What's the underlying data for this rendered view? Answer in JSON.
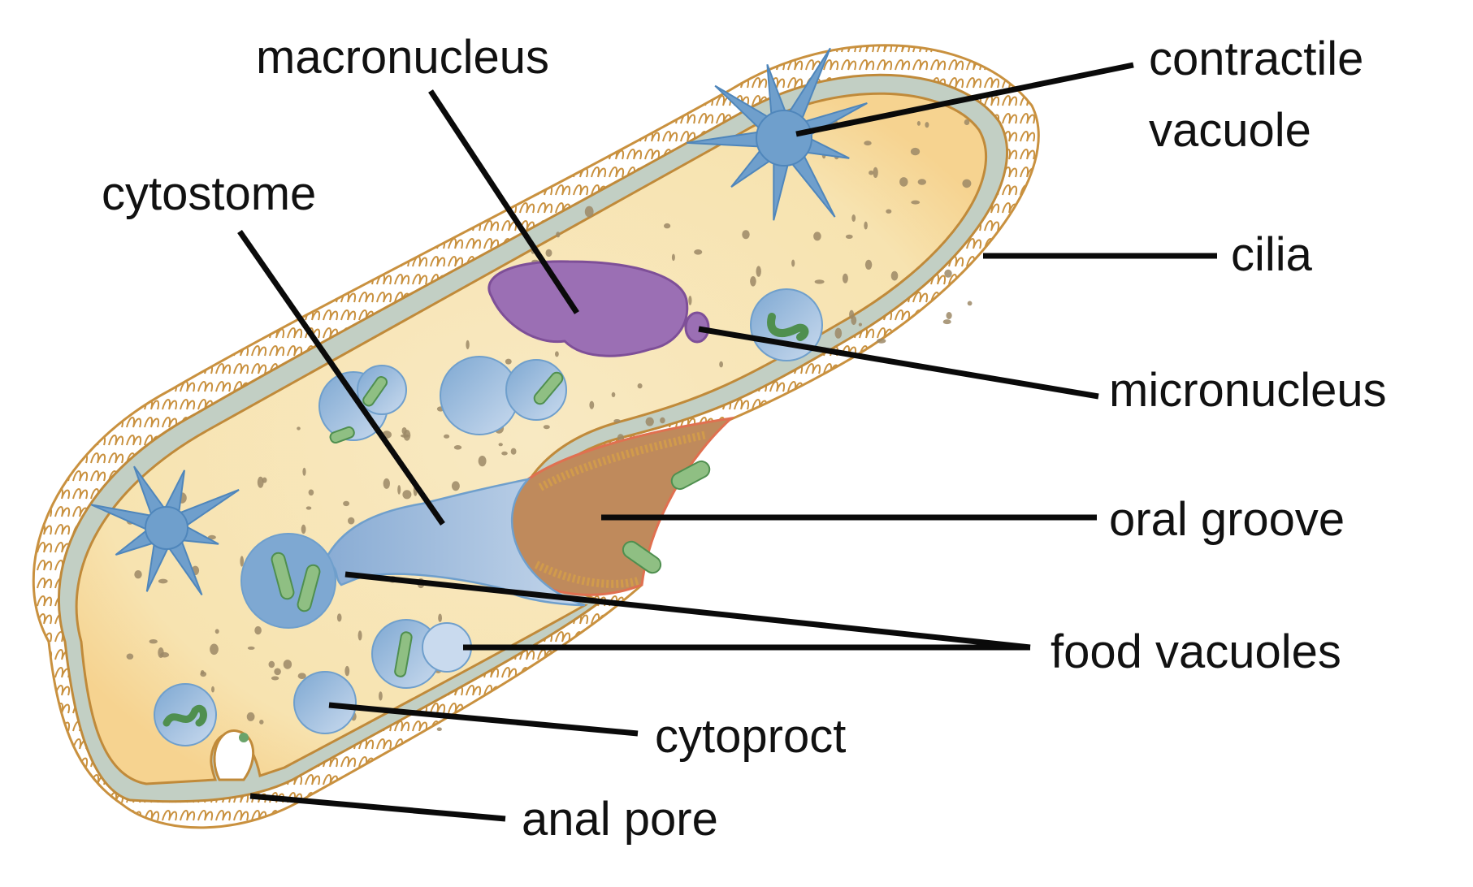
{
  "title": "Paramecium structure",
  "colors": {
    "cytoplasm": "#f8e6b8",
    "cytoplasm_edge": "#f5d79a",
    "pellicle": "#c2cfc4",
    "membrane": "#c08a3a",
    "cilia": "#c9913f",
    "vacuole_blue": "#6f9fcc",
    "vacuole_blue_light": "#b9cfe6",
    "nucleus_purple": "#9b6fb4",
    "oral_groove_brown": "#bf8a5c",
    "oral_groove_edge": "#e07050",
    "food_green": "#8fbf83",
    "granule": "#9c8866",
    "text": "#111111"
  },
  "labels": {
    "macronucleus": "macronucleus",
    "contractile_vacuole_line1": "contractile",
    "contractile_vacuole_line2": "vacuole",
    "cytostome": "cytostome",
    "cilia": "cilia",
    "micronucleus": "micronucleus",
    "oral_groove": "oral groove",
    "food_vacuoles": "food vacuoles",
    "cytoproct": "cytoproct",
    "anal_pore": "anal pore"
  }
}
